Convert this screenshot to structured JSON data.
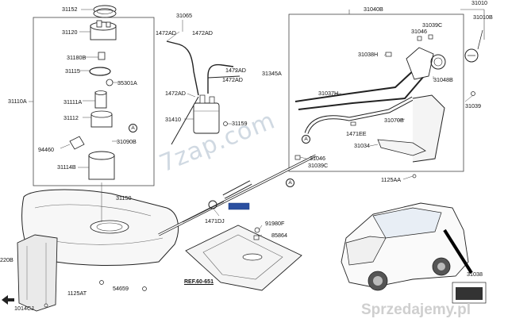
{
  "part_labels": [
    {
      "id": "p31152",
      "text": "31152"
    },
    {
      "id": "p31065",
      "text": "31065"
    },
    {
      "id": "p1472AD_a",
      "text": "1472AD"
    },
    {
      "id": "p1472AD_b",
      "text": "1472AD"
    },
    {
      "id": "p31040B",
      "text": "31040B"
    },
    {
      "id": "p31010",
      "text": "31010"
    },
    {
      "id": "p31010B",
      "text": "31010B"
    },
    {
      "id": "p31120",
      "text": "31120"
    },
    {
      "id": "p31046_top",
      "text": "31046"
    },
    {
      "id": "p31039C_top",
      "text": "31039C"
    },
    {
      "id": "p31180B",
      "text": "31180B"
    },
    {
      "id": "p31038H",
      "text": "31038H"
    },
    {
      "id": "p31115",
      "text": "31115"
    },
    {
      "id": "p1472AD_c",
      "text": "1472AD"
    },
    {
      "id": "p31345A",
      "text": "31345A"
    },
    {
      "id": "p1472AD_d",
      "text": "1472AD"
    },
    {
      "id": "p35301A",
      "text": "35301A"
    },
    {
      "id": "p31048B",
      "text": "31048B"
    },
    {
      "id": "p31110A",
      "text": "31110A"
    },
    {
      "id": "p31111A",
      "text": "31111A"
    },
    {
      "id": "p1472AD_e",
      "text": "1472AD"
    },
    {
      "id": "p31037H",
      "text": "31037H"
    },
    {
      "id": "p31039",
      "text": "31039"
    },
    {
      "id": "p31112",
      "text": "31112"
    },
    {
      "id": "p31410",
      "text": "31410"
    },
    {
      "id": "p31159",
      "text": "31159"
    },
    {
      "id": "p31070B",
      "text": "31070B"
    },
    {
      "id": "p31090B",
      "text": "31090B"
    },
    {
      "id": "p1471EE",
      "text": "1471EE"
    },
    {
      "id": "p94460",
      "text": "94460"
    },
    {
      "id": "p31034",
      "text": "31034"
    },
    {
      "id": "p31046_mid",
      "text": "31046"
    },
    {
      "id": "p31114B",
      "text": "31114B"
    },
    {
      "id": "p31039C_mid",
      "text": "31039C"
    },
    {
      "id": "p1125AA_top",
      "text": "1125AA"
    },
    {
      "id": "p31150",
      "text": "31150"
    },
    {
      "id": "p1471DJ",
      "text": "1471DJ"
    },
    {
      "id": "p91980F",
      "text": "91980F"
    },
    {
      "id": "p85864",
      "text": "85864"
    },
    {
      "id": "p220B",
      "text": "220B"
    },
    {
      "id": "p1125AT",
      "text": "1125AT"
    },
    {
      "id": "p54659",
      "text": "54659"
    },
    {
      "id": "p1014CJ",
      "text": "1014CJ"
    },
    {
      "id": "p31038",
      "text": "31038"
    }
  ],
  "reference": "REF.60-651",
  "callout_letter": "A",
  "watermark": "7zap.com",
  "brand": "Sprzedajemy.pl",
  "colors": {
    "line": "#333333",
    "box": "#555555",
    "accent": "#000000",
    "watermark": "#cfcfcf"
  }
}
